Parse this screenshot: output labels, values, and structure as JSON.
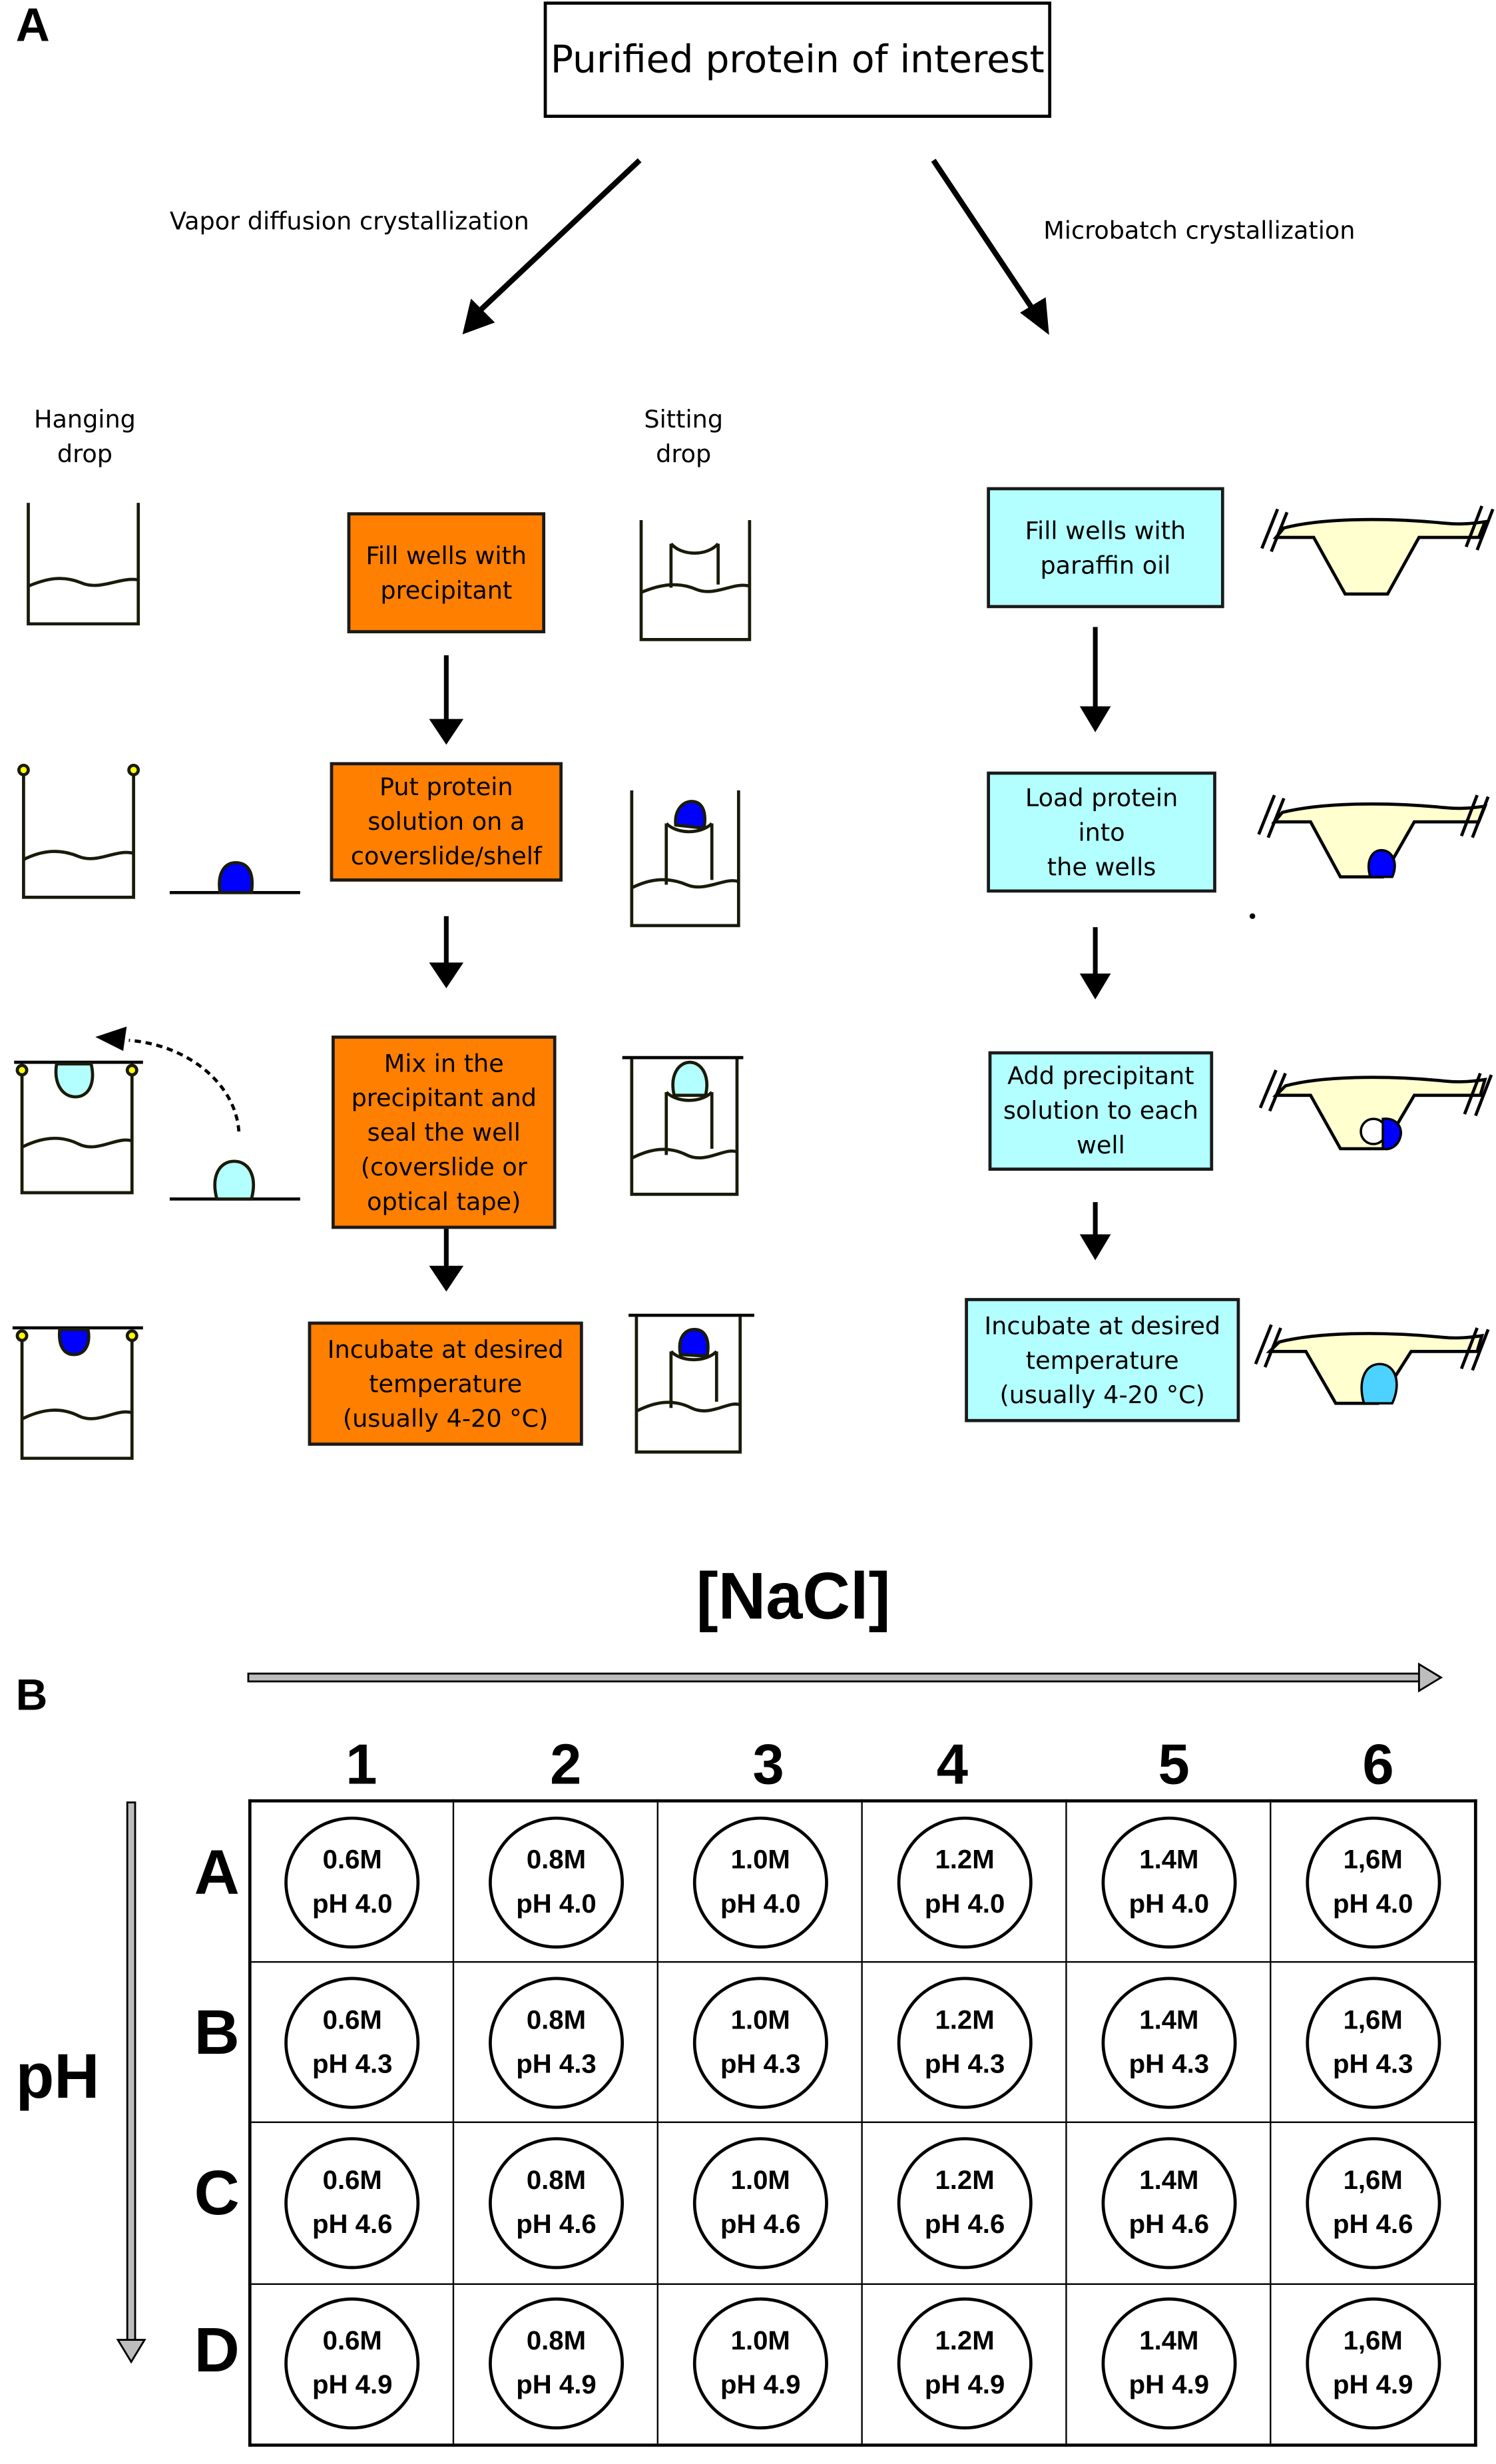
{
  "panel_a": {
    "label": "A",
    "title": "Purified protein of interest",
    "branches": {
      "vapor": "Vapor diffusion crystallization",
      "microbatch": "Microbatch crystallization"
    },
    "columns": {
      "hanging": [
        "Hanging",
        "drop"
      ],
      "sitting": [
        "Sitting",
        "drop"
      ]
    },
    "vapor_steps": [
      {
        "lines": [
          "Fill wells with",
          "precipitant"
        ],
        "color": "#ff7f00"
      },
      {
        "lines": [
          "Put protein",
          "solution on a",
          "coverslide/shelf"
        ],
        "color": "#ff7f00"
      },
      {
        "lines": [
          "Mix in the",
          "precipitant and",
          "seal the well",
          "(coverslide or",
          "optical tape)"
        ],
        "color": "#ff7f00"
      },
      {
        "lines": [
          "Incubate at desired",
          "temperature",
          "(usually 4-20 °C)"
        ],
        "color": "#ff7f00"
      }
    ],
    "microbatch_steps": [
      {
        "lines": [
          "Fill wells with",
          "paraffin oil"
        ],
        "color": "#b3ffff"
      },
      {
        "lines": [
          "Load protein into",
          "the wells"
        ],
        "color": "#b3ffff"
      },
      {
        "lines": [
          "Add precipitant",
          "solution to each",
          "well"
        ],
        "color": "#b3ffff"
      },
      {
        "lines": [
          "Incubate at desired",
          "temperature",
          "(usually 4-20 °C)"
        ],
        "color": "#b3ffff"
      }
    ],
    "colors": {
      "protein_drop": "#0000ff",
      "mixed_drop": "#b3ffff",
      "final_microbatch_drop": "#4dd2ff",
      "paraffin_oil": "#ffffd0",
      "seal_pins": "#ffff00"
    }
  },
  "panel_b": {
    "label": "B",
    "x_axis_label": "[NaCl]",
    "y_axis_label": "pH",
    "columns": [
      "1",
      "2",
      "3",
      "4",
      "5",
      "6"
    ],
    "rows": [
      {
        "label": "A",
        "wells": [
          [
            "0.6M",
            "pH 4.0"
          ],
          [
            "0.8M",
            "pH 4.0"
          ],
          [
            "1.0M",
            "pH 4.0"
          ],
          [
            "1.2M",
            "pH 4.0"
          ],
          [
            "1.4M",
            "pH 4.0"
          ],
          [
            "1,6M",
            "pH 4.0"
          ]
        ]
      },
      {
        "label": "B",
        "wells": [
          [
            "0.6M",
            "pH 4.3"
          ],
          [
            "0.8M",
            "pH 4.3"
          ],
          [
            "1.0M",
            "pH 4.3"
          ],
          [
            "1.2M",
            "pH 4.3"
          ],
          [
            "1.4M",
            "pH 4.3"
          ],
          [
            "1,6M",
            "pH 4.3"
          ]
        ]
      },
      {
        "label": "C",
        "wells": [
          [
            "0.6M",
            "pH 4.6"
          ],
          [
            "0.8M",
            "pH 4.6"
          ],
          [
            "1.0M",
            "pH 4.6"
          ],
          [
            "1.2M",
            "pH 4.6"
          ],
          [
            "1.4M",
            "pH 4.6"
          ],
          [
            "1,6M",
            "pH 4.6"
          ]
        ]
      },
      {
        "label": "D",
        "wells": [
          [
            "0.6M",
            "pH 4.9"
          ],
          [
            "0.8M",
            "pH 4.9"
          ],
          [
            "1.0M",
            "pH 4.9"
          ],
          [
            "1.2M",
            "pH 4.9"
          ],
          [
            "1.4M",
            "pH 4.9"
          ],
          [
            "1,6M",
            "pH 4.9"
          ]
        ]
      }
    ]
  }
}
